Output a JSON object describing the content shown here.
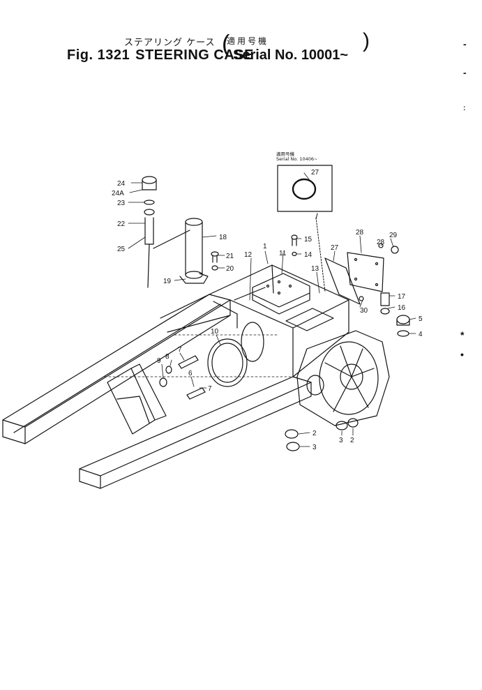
{
  "header": {
    "jp_title": "ステアリング ケース",
    "jp_applicable": "適用号機",
    "fig_label": "Fig. 1321",
    "title": "STEERING CASE",
    "serial": "Serial No. 10001~"
  },
  "inset": {
    "jp_applicable": "適用号機",
    "serial": "Serial No. 10406~",
    "part": "27"
  },
  "parts": {
    "p24": "24",
    "p24a": "24A",
    "p23": "23",
    "p22": "22",
    "p25": "25",
    "p18": "18",
    "p19": "19",
    "p21": "21",
    "p20": "20",
    "p15": "15",
    "p14": "14",
    "p1": "1",
    "p11": "11",
    "p12": "12",
    "p13": "13",
    "p27": "27",
    "p28a": "28",
    "p28b": "28",
    "p29": "29",
    "p17": "17",
    "p16": "16",
    "p5": "5",
    "p4": "4",
    "p30": "30",
    "p10": "10",
    "p7a": "7",
    "p7b": "7",
    "p6": "6",
    "p8": "8",
    "p9": "9",
    "p2a": "2",
    "p3a": "3",
    "p3b": "3",
    "p2b": "2"
  },
  "colors": {
    "ink": "#111111",
    "paper": "#ffffff"
  }
}
